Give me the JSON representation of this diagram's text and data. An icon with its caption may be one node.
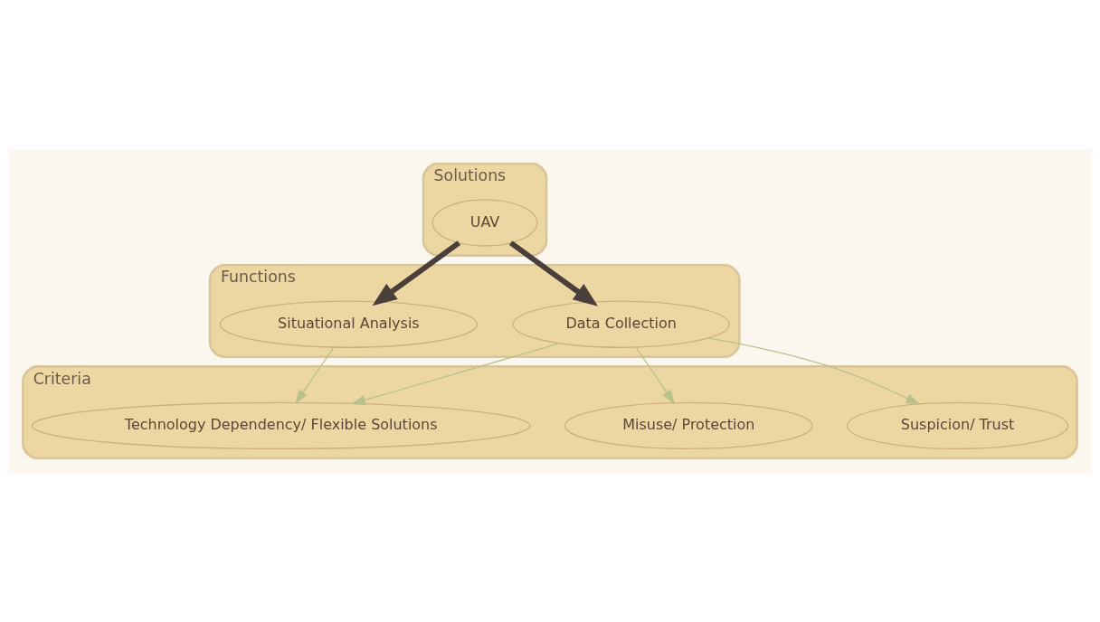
{
  "diagram": {
    "nodes": [
      {
        "text": [
          "Solutions"
        ]
      },
      {
        "text": [
          "UAV"
        ],
        "in": 0
      },
      {
        "text": [
          "Functions"
        ]
      },
      {
        "text": [
          "Data Collection"
        ],
        "in": 2
      },
      {
        "text": [
          "Situational Analysis"
        ],
        "in": 2
      },
      {
        "text": [
          "Criteria"
        ]
      },
      {
        "text": [
          "Misuse/ Protection"
        ],
        "in": 5
      },
      {
        "text": [
          "Technology Dependency/ Flexible Solutions"
        ],
        "in": 5
      },
      {
        "text": [
          "Suspicion/ Trust"
        ],
        "in": 5
      }
    ],
    "edges": [
      {
        "from": 1,
        "to": 3,
        "arrow": "to",
        "color": "#4a3f3a",
        "style": "thick"
      },
      {
        "from": 1,
        "to": 4,
        "arrow": "to",
        "color": "#4a3f3a",
        "style": "thick"
      },
      {
        "from": 3,
        "to": 6,
        "arrow": "to",
        "color": "#b9c28a"
      },
      {
        "from": 3,
        "to": 7,
        "arrow": "to",
        "color": "#b9c28a"
      },
      {
        "from": 3,
        "to": 8,
        "arrow": "to",
        "color": "#b9c28a"
      },
      {
        "from": 4,
        "to": 7,
        "arrow": "to",
        "color": "#b9c28a"
      }
    ]
  }
}
